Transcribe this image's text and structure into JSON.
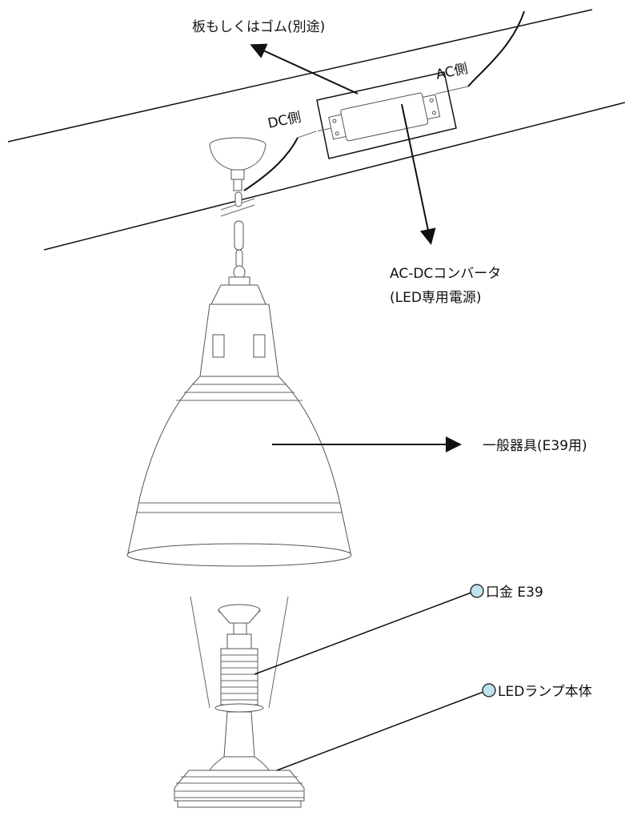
{
  "labels": {
    "plate": "板もしくはゴム(別途)",
    "ac_side": "AC側",
    "dc_side": "DC側",
    "converter_line1": "AC-DCコンバータ",
    "converter_line2": "(LED専用電源)",
    "fixture": "一般器具(E39用)",
    "base": "口金 E39",
    "lamp": "LEDランプ本体"
  },
  "colors": {
    "line": "#111111",
    "marker_fill": "#bfe3ec",
    "marker_stroke": "#333333"
  }
}
